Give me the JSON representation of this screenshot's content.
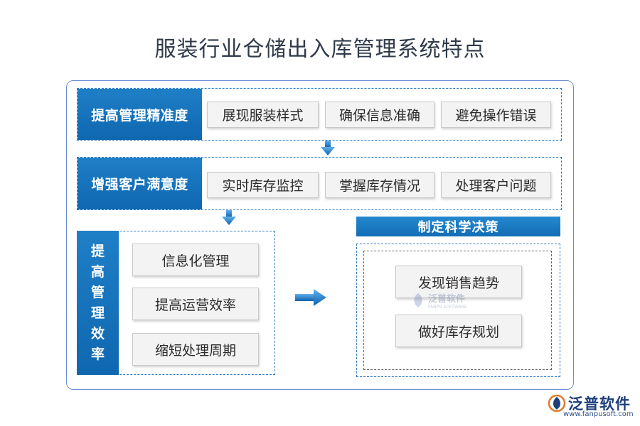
{
  "title": "服装行业仓储出入库管理系统特点",
  "rows": [
    {
      "label": "提高管理精准度",
      "items": [
        "展现服装样式",
        "确保信息准确",
        "避免操作错误"
      ]
    },
    {
      "label": "增强客户满意度",
      "items": [
        "实时库存监控",
        "掌握库存情况",
        "处理客户问题"
      ]
    }
  ],
  "efficiency": {
    "label_chars": [
      "提",
      "高",
      "管",
      "理",
      "效",
      "率"
    ],
    "items": [
      "信息化管理",
      "提高运营效率",
      "缩短处理周期"
    ]
  },
  "decision": {
    "header": "制定科学决策",
    "items": [
      "发现销售趋势",
      "做好库存规划"
    ]
  },
  "watermark": {
    "name": "泛普软件",
    "sub": "FANPU SOFTWARE"
  },
  "brand": {
    "name": "泛普软件",
    "url": "www.fanpusoft.com"
  },
  "colors": {
    "primary": "#1571ba",
    "dashed": "#2f7ec8",
    "frame": "#6c8ed6"
  }
}
